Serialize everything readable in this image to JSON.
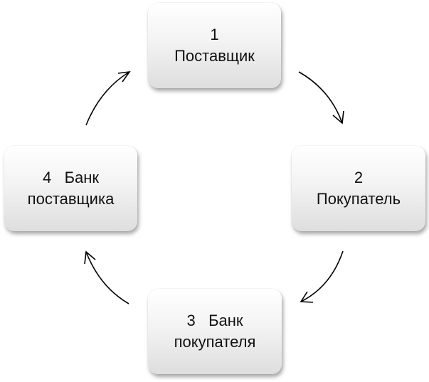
{
  "nodes": [
    {
      "id": "supplier",
      "number": "1",
      "label_line1": "Поставщик",
      "label_line2": ""
    },
    {
      "id": "buyer",
      "number": "2",
      "label_line1": "Покупатель",
      "label_line2": ""
    },
    {
      "id": "buyer_bank",
      "number": "3",
      "label_line1": "Банк",
      "label_line2": "покупателя"
    },
    {
      "id": "supplier_bank",
      "number": "4",
      "label_line1": "Банк",
      "label_line2": "поставщика"
    }
  ],
  "edges": [
    {
      "from": "supplier",
      "to": "buyer"
    },
    {
      "from": "buyer",
      "to": "buyer_bank"
    },
    {
      "from": "buyer_bank",
      "to": "supplier_bank"
    },
    {
      "from": "supplier_bank",
      "to": "supplier"
    }
  ],
  "colors": {
    "box_top": "#ffffff",
    "box_bottom": "#dedede",
    "text": "#111111",
    "arrow": "#000000"
  }
}
